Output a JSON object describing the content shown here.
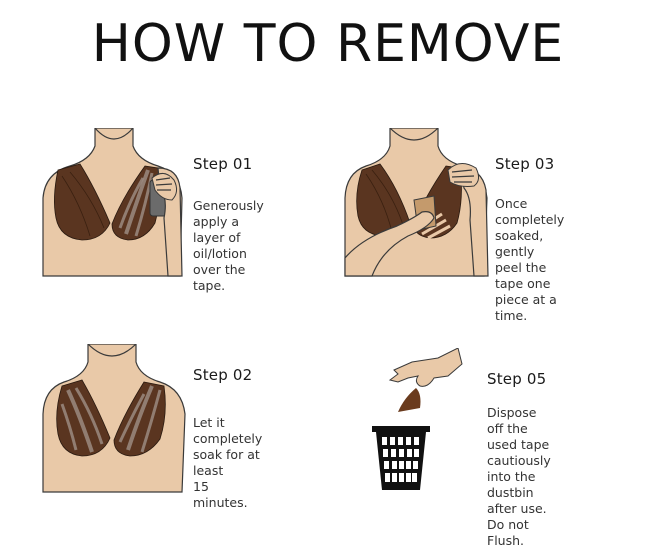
{
  "title": "HOW TO REMOVE",
  "colors": {
    "skin": "#E9C9A8",
    "tape": "#5A3520",
    "tape_oiled": "#9B8A80",
    "outline": "#3a3a3a",
    "bin": "#111111",
    "bottle": "#6b6b6b"
  },
  "steps": [
    {
      "id": "step-01",
      "title": "Step 01",
      "body": "Generously apply a\nlayer of oil/lotion\nover the tape.",
      "illustration": "applying-oil-illustration"
    },
    {
      "id": "step-03",
      "title": "Step 03",
      "body": "Once completely\nsoaked, gently\npeel the tape one\npiece at a time.",
      "illustration": "peeling-tape-illustration"
    },
    {
      "id": "step-02",
      "title": "Step 02",
      "body": "Let it completely\nsoak for at least\n15 minutes.",
      "illustration": "soaking-tape-illustration"
    },
    {
      "id": "step-05",
      "title": "Step 05",
      "body": "Dispose off the\nused tape\ncautiously into the\ndustbin after use.\nDo not Flush.",
      "illustration": "dustbin-disposal-illustration"
    }
  ]
}
